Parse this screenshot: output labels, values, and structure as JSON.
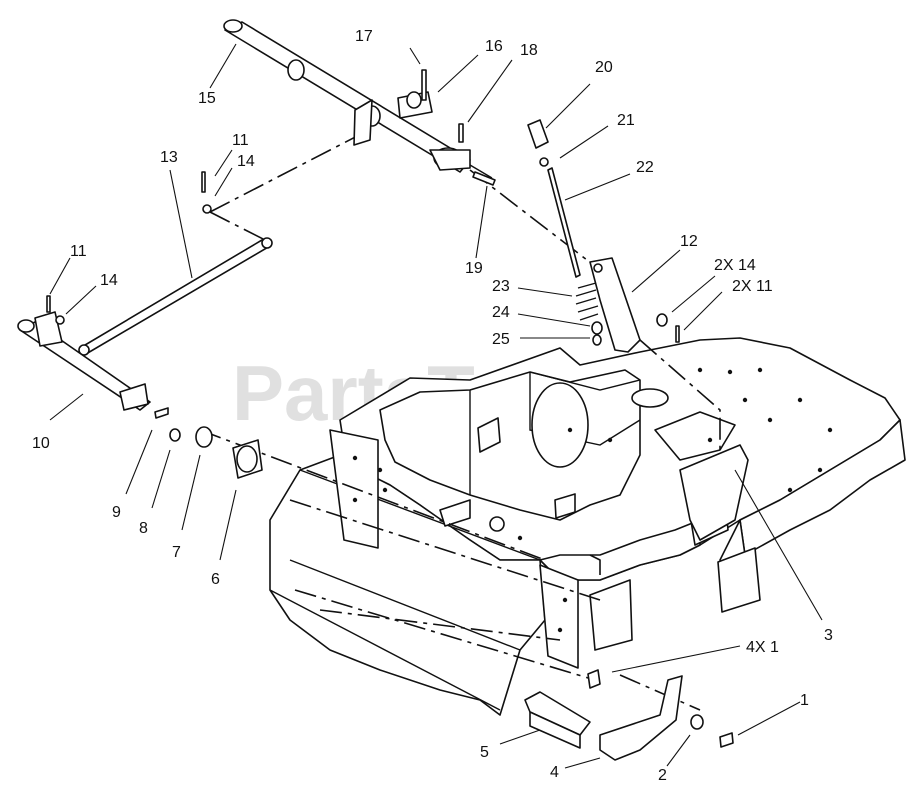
{
  "watermark": "PartsTree",
  "callouts": [
    {
      "id": "c17",
      "text": "17"
    },
    {
      "id": "c16",
      "text": "16"
    },
    {
      "id": "c18",
      "text": "18"
    },
    {
      "id": "c20",
      "text": "20"
    },
    {
      "id": "c21",
      "text": "21"
    },
    {
      "id": "c22",
      "text": "22"
    },
    {
      "id": "c15",
      "text": "15"
    },
    {
      "id": "c11a",
      "text": "11"
    },
    {
      "id": "c14a",
      "text": "14"
    },
    {
      "id": "c13",
      "text": "13"
    },
    {
      "id": "c19",
      "text": "19"
    },
    {
      "id": "c12",
      "text": "12"
    },
    {
      "id": "c2x14",
      "text": "2X 14"
    },
    {
      "id": "c2x11",
      "text": "2X 11"
    },
    {
      "id": "c23",
      "text": "23"
    },
    {
      "id": "c24",
      "text": "24"
    },
    {
      "id": "c25",
      "text": "25"
    },
    {
      "id": "c11b",
      "text": "11"
    },
    {
      "id": "c14b",
      "text": "14"
    },
    {
      "id": "c10",
      "text": "10"
    },
    {
      "id": "c9",
      "text": "9"
    },
    {
      "id": "c8",
      "text": "8"
    },
    {
      "id": "c7",
      "text": "7"
    },
    {
      "id": "c6",
      "text": "6"
    },
    {
      "id": "c3",
      "text": "3"
    },
    {
      "id": "c4x1",
      "text": "4X 1"
    },
    {
      "id": "c1",
      "text": "1"
    },
    {
      "id": "c5",
      "text": "5"
    },
    {
      "id": "c4",
      "text": "4"
    },
    {
      "id": "c2",
      "text": "2"
    }
  ]
}
